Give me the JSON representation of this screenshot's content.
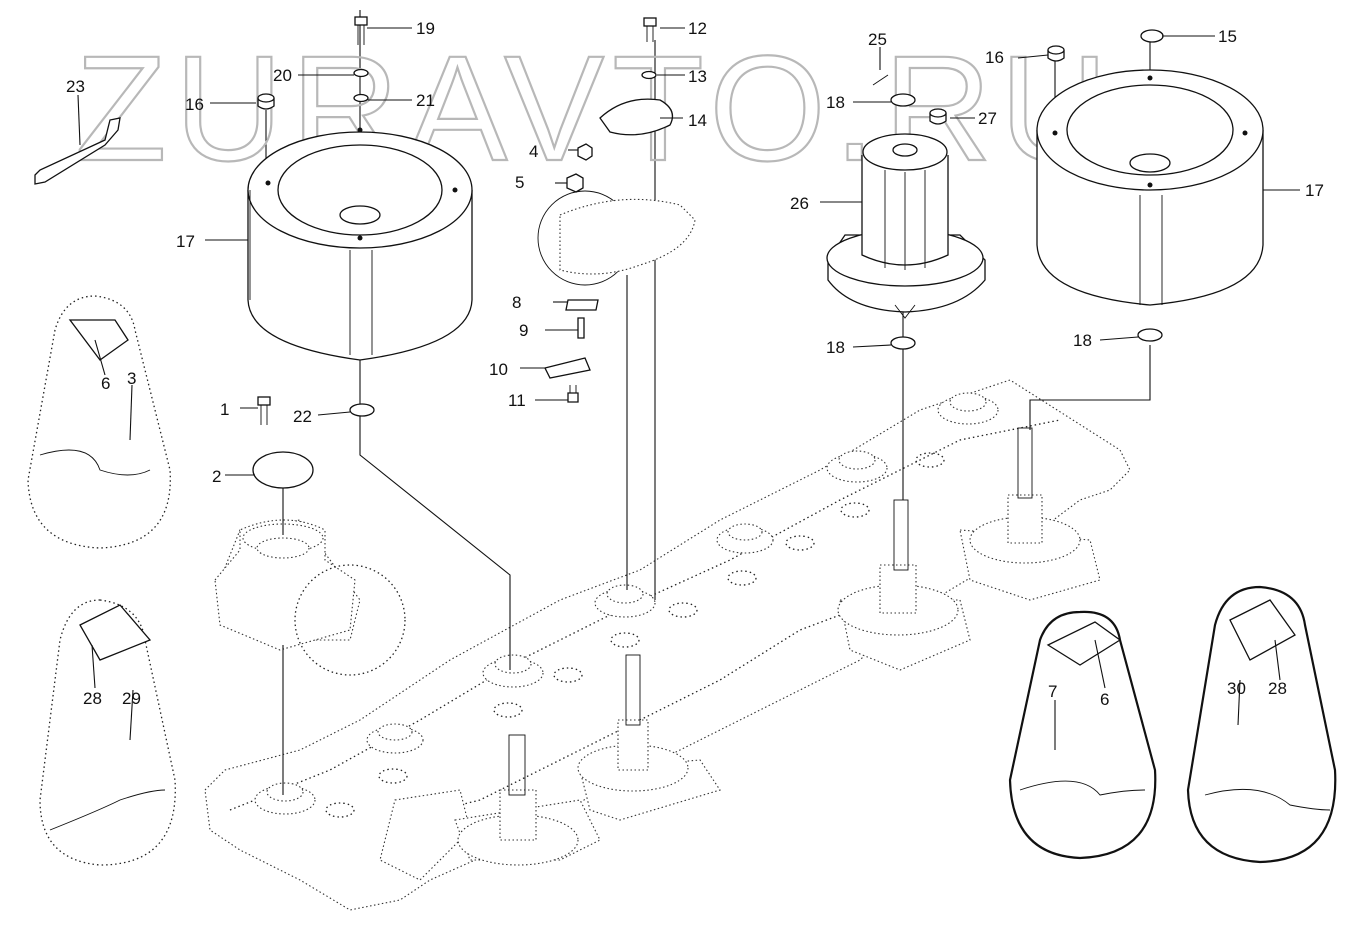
{
  "watermark": "ZURAVTO.RU",
  "callouts": [
    "1",
    "2",
    "3",
    "4",
    "5",
    "6",
    "7",
    "8",
    "9",
    "10",
    "11",
    "12",
    "13",
    "14",
    "15",
    "16",
    "17",
    "18",
    "19",
    "20",
    "21",
    "22",
    "23",
    "25",
    "26",
    "27",
    "28",
    "29",
    "30"
  ]
}
